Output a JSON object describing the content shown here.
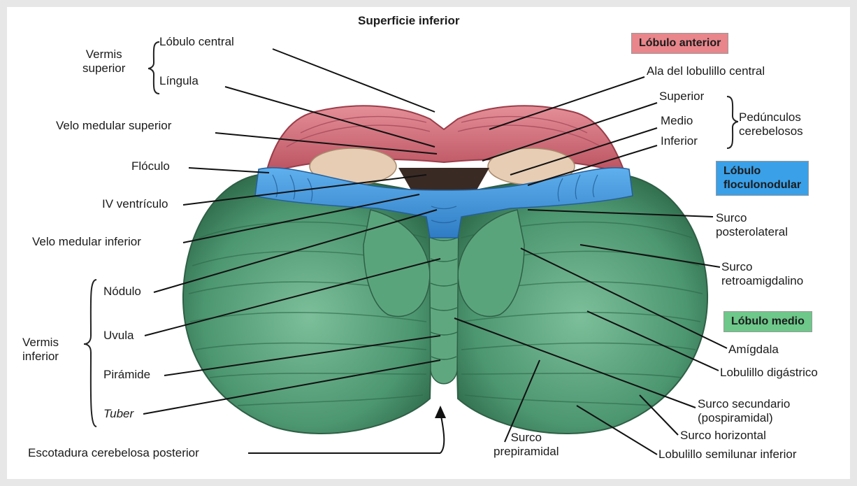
{
  "title": "Superficie inferior",
  "legend": {
    "anterior": {
      "text": "Lóbulo anterior",
      "color": "#e8868b"
    },
    "floculonodular": {
      "text": "Lóbulo\nfloculonodular",
      "color": "#3aa0e8"
    },
    "medio": {
      "text": "Lóbulo medio",
      "color": "#6dc88a"
    }
  },
  "groups": {
    "vermis_superior": "Vermis\nsuperior",
    "vermis_inferior": "Vermis\ninferior",
    "pedunculos": "Pedúnculos\ncerebelosos"
  },
  "labels": {
    "lobulo_central": "Lóbulo central",
    "lingula": "Língula",
    "ala_lobulillo_central": "Ala del lobulillo central",
    "ped_superior": "Superior",
    "ped_medio": "Medio",
    "ped_inferior": "Inferior",
    "velo_medular_superior": "Velo medular superior",
    "floculo": "Flóculo",
    "iv_ventriculo": "IV ventrículo",
    "velo_medular_inferior": "Velo medular inferior",
    "surco_posterolateral": "Surco\nposterolateral",
    "surco_retroamigdalino": "Surco\nretroamigdalino",
    "nodulo": "Nódulo",
    "uvula": "Uvula",
    "piramide": "Pirámide",
    "tuber": "Tuber",
    "amigdala": "Amígdala",
    "lobulillo_digastrico": "Lobulillo digástrico",
    "surco_secundario": "Surco secundario\n(pospiramidal)",
    "surco_horizontal": "Surco horizontal",
    "escotadura": "Escotadura cerebelosa posterior",
    "surco_prepiramidal": "Surco\nprepiramidal",
    "lobulillo_semilunar": "Lobulillo semilunar inferior"
  },
  "colors": {
    "anterior_lobe": "#d97c86",
    "floculonodular_lobe": "#3f8fd6",
    "middle_lobe": "#4f9a6f",
    "peduncle": "#e6cdb4"
  }
}
